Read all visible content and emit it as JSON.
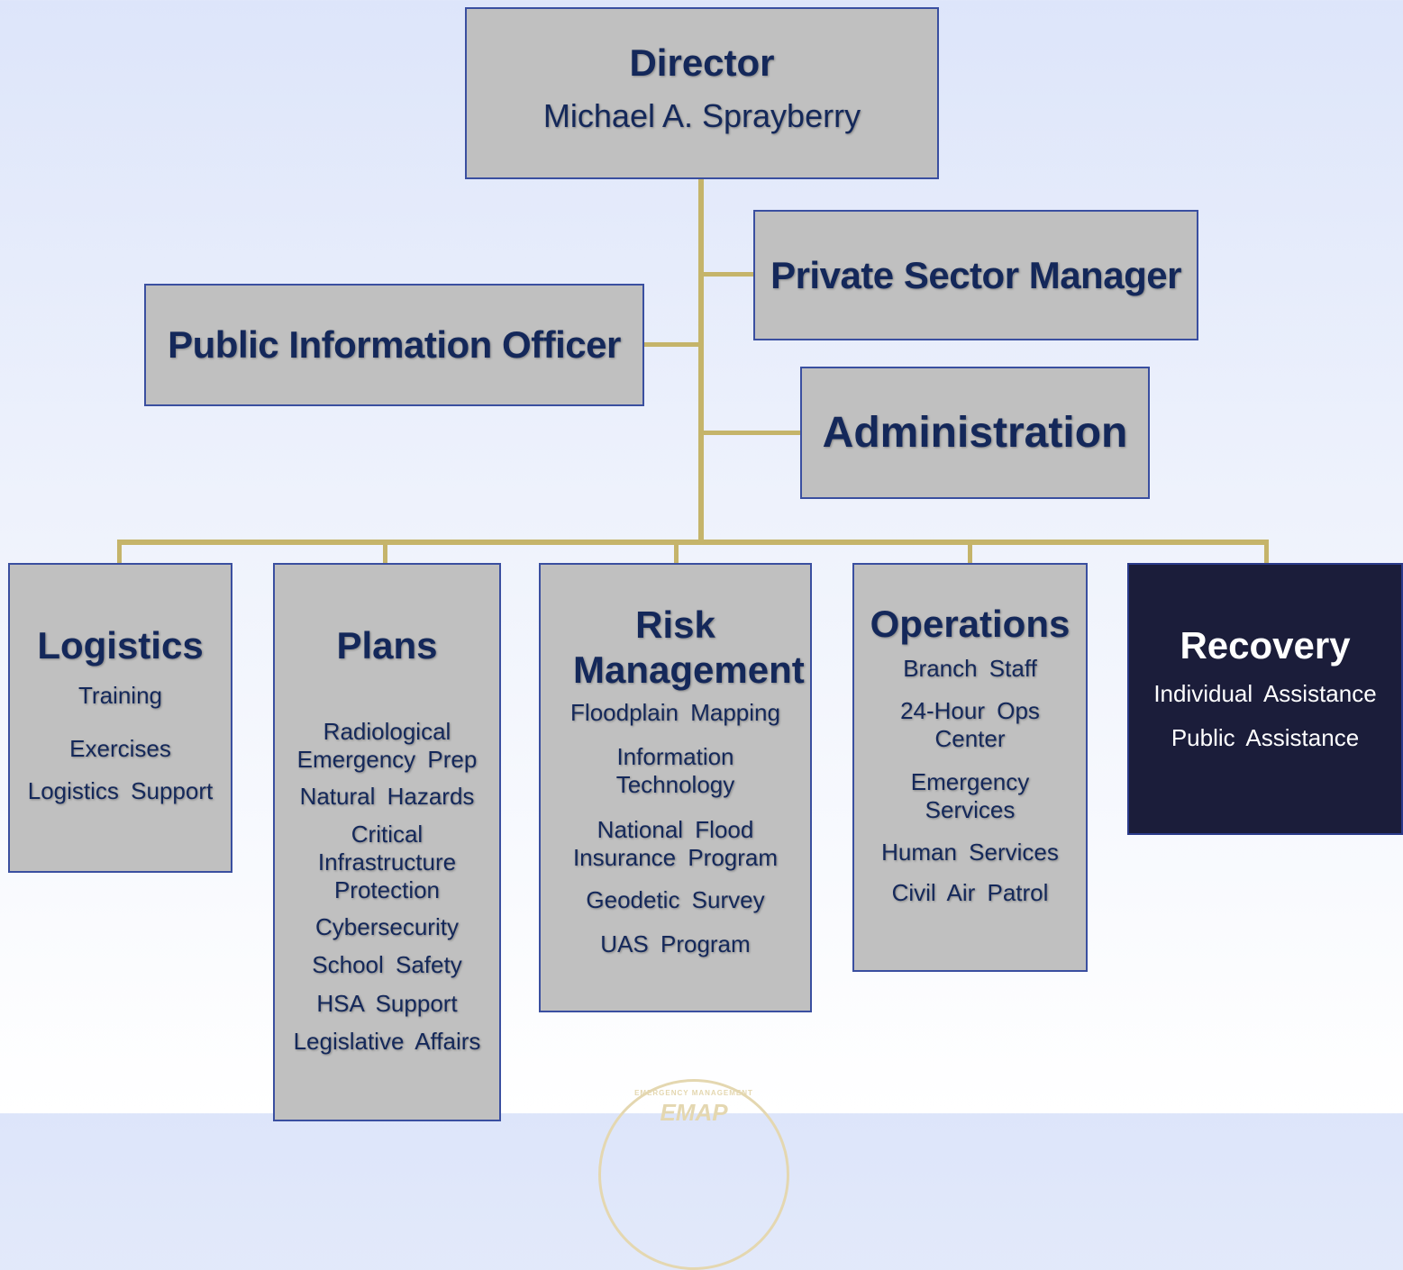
{
  "director": {
    "title": "Director",
    "name": "Michael A. Sprayberry"
  },
  "staff": {
    "private_sector": "Private Sector Manager",
    "pio": "Public Information Officer",
    "administration": "Administration"
  },
  "sections": [
    {
      "title": "Logistics",
      "items": [
        "Training",
        "Exercises",
        "Logistics Support"
      ]
    },
    {
      "title": "Plans",
      "items": [
        "Radiological Emergency Prep",
        "Natural Hazards",
        "Critical Infrastructure Protection",
        "Cybersecurity",
        "School Safety",
        "HSA Support",
        "Legislative Affairs"
      ]
    },
    {
      "title": "Risk Management",
      "items": [
        "Floodplain Mapping",
        "Information Technology",
        "National Flood Insurance Program",
        "Geodetic Survey",
        "UAS Program"
      ]
    },
    {
      "title": "Operations",
      "items": [
        "Branch Staff",
        "24-Hour Ops Center",
        "Emergency Services",
        "Human Services",
        "Civil Air Patrol"
      ]
    },
    {
      "title": "Recovery",
      "items": [
        "Individual Assistance",
        "Public Assistance"
      ]
    }
  ],
  "seal": {
    "ring_text": "EMERGENCY MANAGEMENT",
    "mark": "EMAP"
  },
  "colors": {
    "box_fill": "#c0c0c0",
    "box_border": "#3a4fa0",
    "connector": "#c5b46a",
    "text": "#14285a",
    "recovery_fill": "#1b1d3a"
  }
}
